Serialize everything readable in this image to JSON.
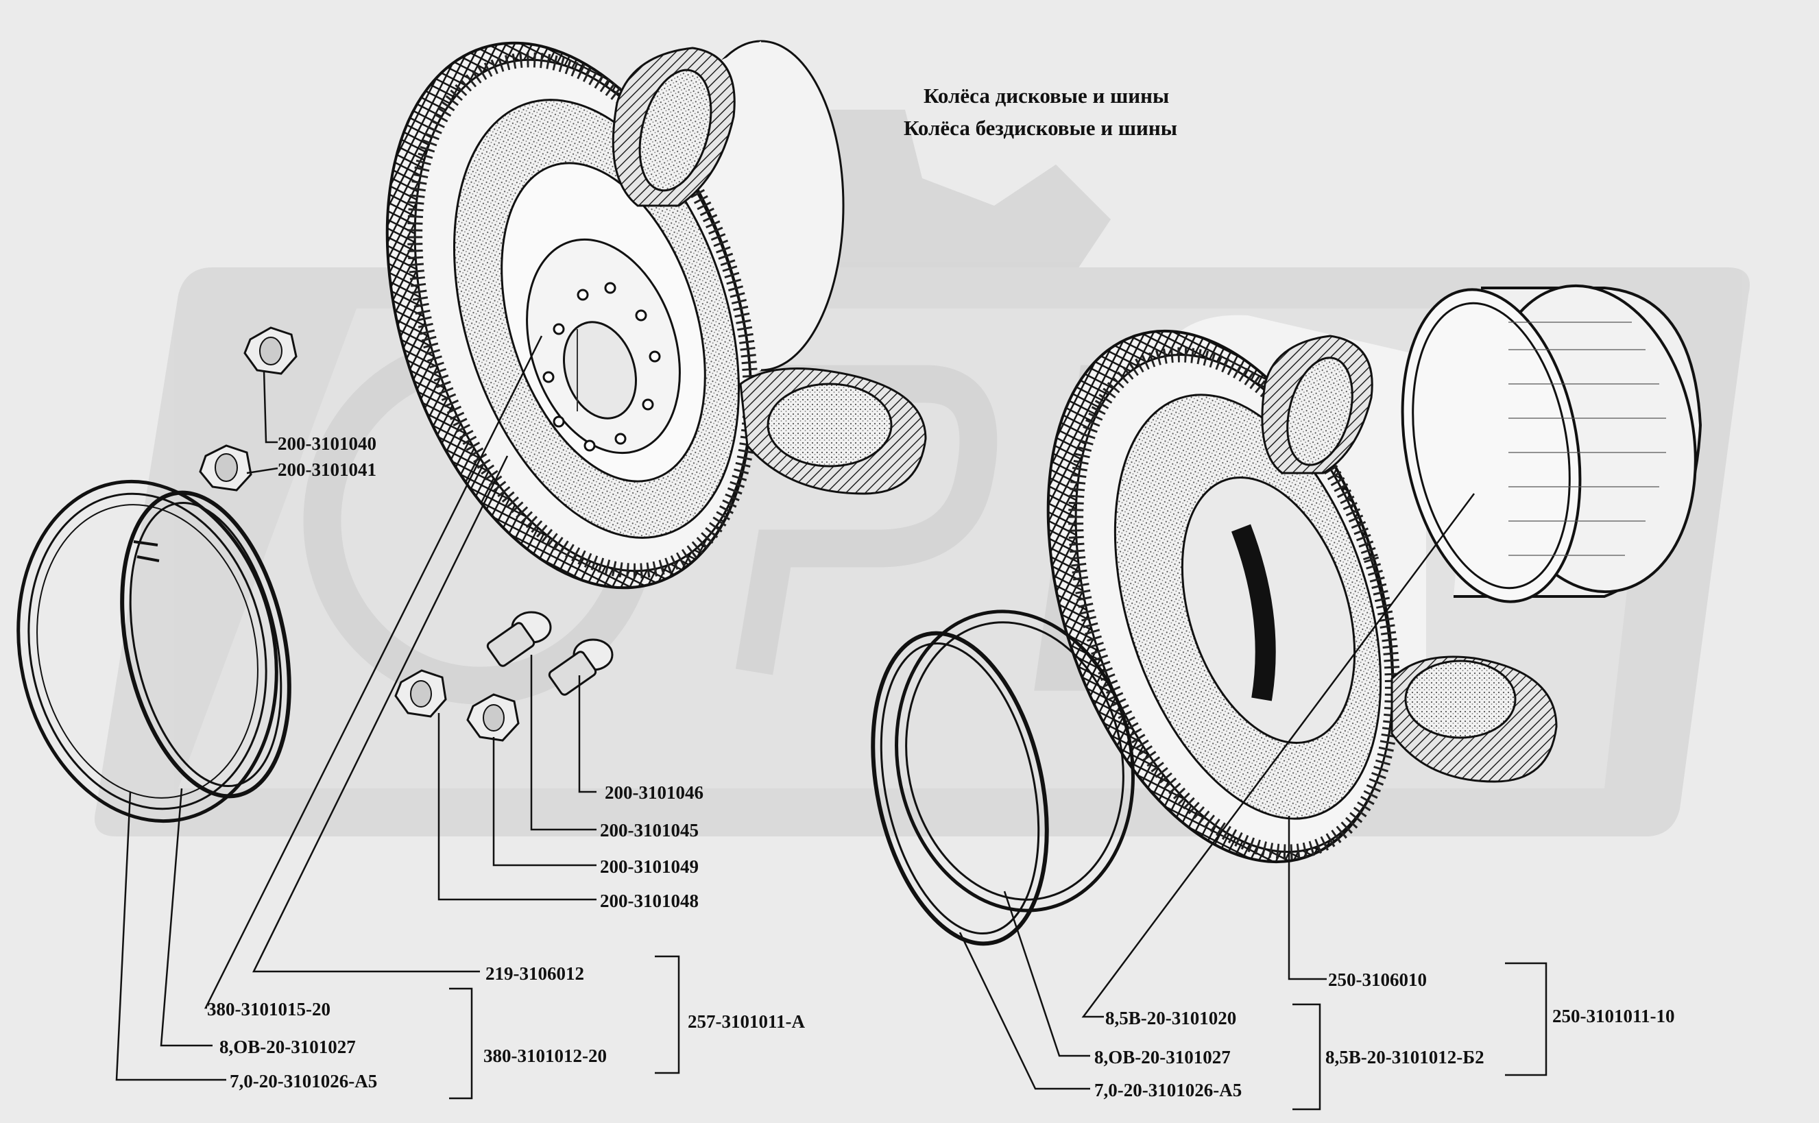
{
  "title": {
    "line1": "Колёса дисковые и шины",
    "line2": "Колёса бездисковые и шины"
  },
  "labels": {
    "nut_200_3101040": "200-3101040",
    "nut_200_3101041": "200-3101041",
    "stud_200_3101046": "200-3101046",
    "stud_200_3101045": "200-3101045",
    "nut_200_3101049": "200-3101049",
    "nut_200_3101048": "200-3101048",
    "tire_219_3106012": "219-3106012",
    "disc_380_3101015_20": "380-3101015-20",
    "ring_8OB_20_3101027_left": "8,OB-20-3101027",
    "ring_7_0_20_3101026_A5_left": "7,0-20-3101026-A5",
    "wheel_380_3101012_20": "380-3101012-20",
    "assembly_257_3101011_A": "257-3101011-A",
    "tire_250_3106010": "250-3106010",
    "rim_8_5B_20_3101020": "8,5B-20-3101020",
    "ring_8OB_20_3101027_right": "8,OB-20-3101027",
    "ring_7_0_20_3101026_A5_right": "7,0-20-3101026-A5",
    "wheel_8_5B_20_3101012_B2": "8,5B-20-3101012-Б2",
    "assembly_250_3101011_10": "250-3101011-10"
  }
}
